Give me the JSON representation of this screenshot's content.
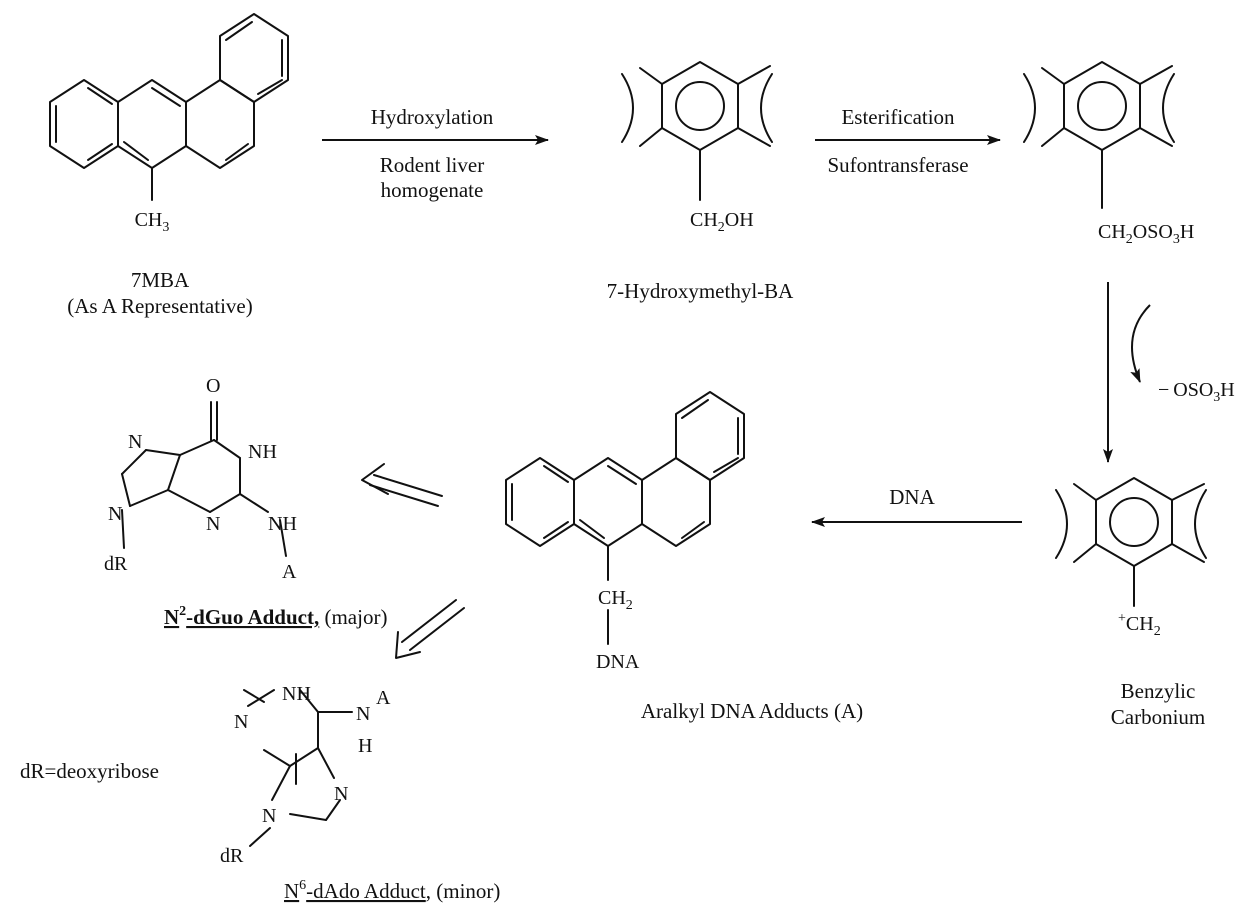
{
  "compounds": {
    "mba": {
      "substituent": "CH",
      "substituent_sub": "3",
      "name": "7MBA",
      "note": "(As A Representative)"
    },
    "hydroxymethyl": {
      "substituent_a": "CH",
      "substituent_sub": "2",
      "substituent_b": "OH",
      "name": "7-Hydroxymethyl-BA"
    },
    "sulfate_ester": {
      "substituent_a": "CH",
      "sub1": "2",
      "substituent_b": "OSO",
      "sub2": "3",
      "substituent_c": "H"
    },
    "leaving_group": {
      "sign": "−",
      "text_a": "OSO",
      "sub": "3",
      "text_b": "H"
    },
    "carbonium": {
      "charge": "+",
      "group": "CH",
      "group_sub": "2",
      "name_line1": "Benzylic",
      "name_line2": "Carbonium"
    },
    "adduct": {
      "ch": "CH",
      "ch_sub": "2",
      "dna": "DNA",
      "name": "Aralkyl DNA Adducts (A)"
    },
    "dguo": {
      "o": "O",
      "n7": "N",
      "nh1": "NH",
      "n3": "N",
      "n9": "N",
      "nh2": "NH",
      "a": "A",
      "dr": "dR",
      "name_n": "N",
      "name_sup": "2",
      "name_main": "-dGuo Adduct,",
      "name_minor": " (major)"
    },
    "dado": {
      "nh": "NH",
      "n1": "N",
      "n6": "N",
      "a": "A",
      "h": "H",
      "n9": "N",
      "n7": "N",
      "dr": "dR",
      "name_n": "N",
      "name_sup": "6",
      "name_main": "-dAdo Adduct",
      "name_minor": ", (minor)"
    }
  },
  "reactions": {
    "step1_top": "Hydroxylation",
    "step1_bottom_1": "Rodent liver",
    "step1_bottom_2": "homogenate",
    "step2_top": "Esterification",
    "step2_bottom": "Sufontransferase",
    "step4_label": "DNA"
  },
  "legend": {
    "dr_definition": "dR=deoxyribose"
  }
}
